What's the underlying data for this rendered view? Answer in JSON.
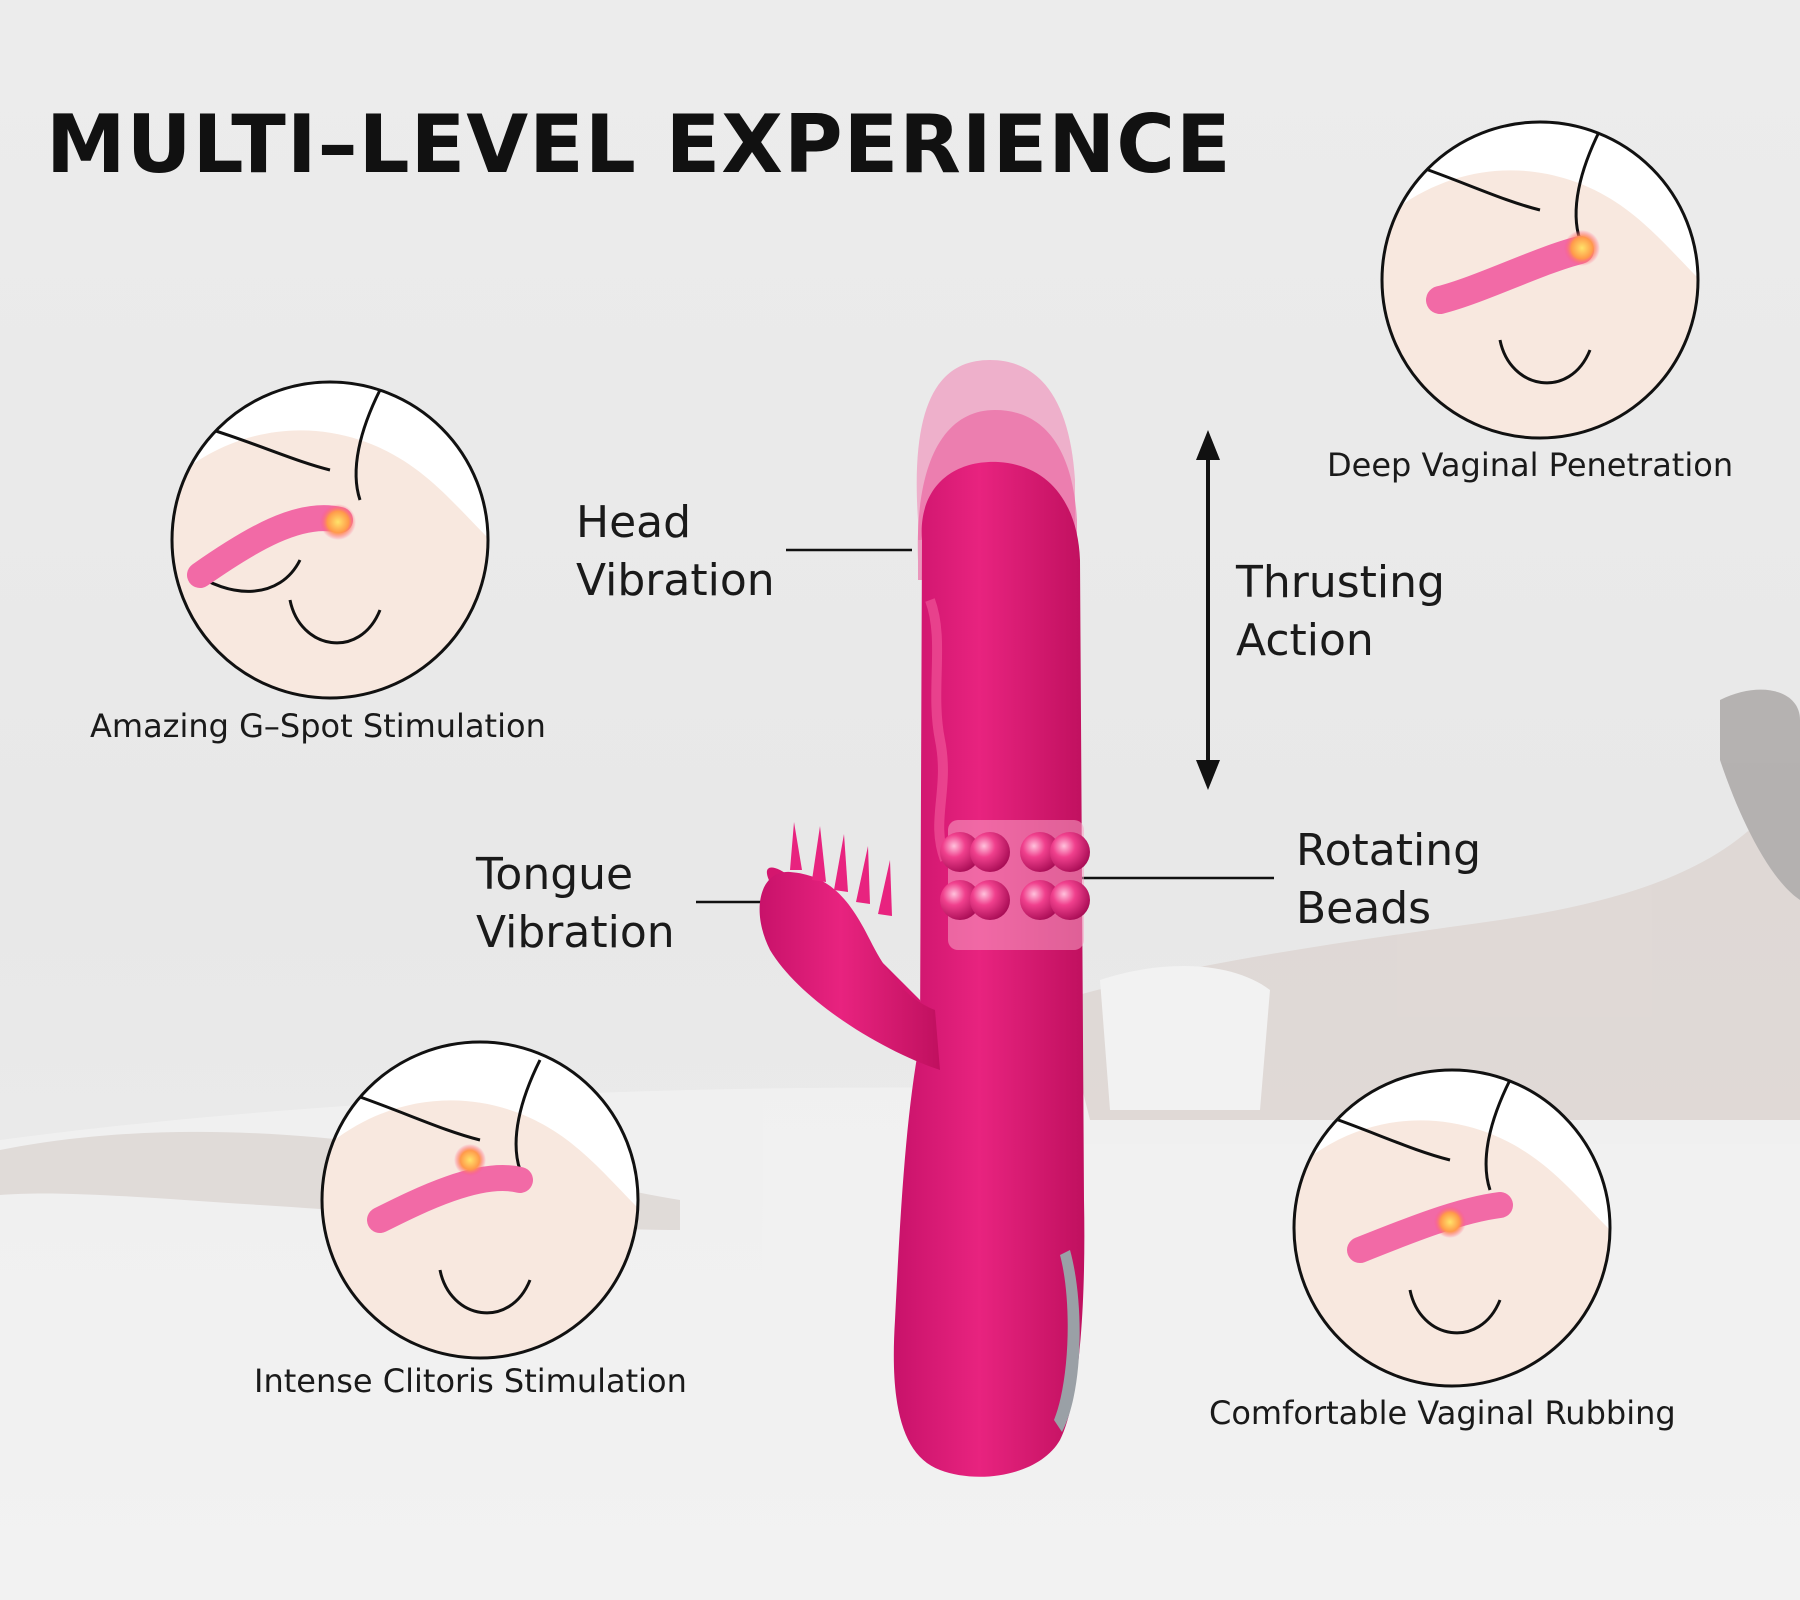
{
  "headline": "MULTI–LEVEL EXPERIENCE",
  "features": {
    "head": {
      "line1": "Head",
      "line2": "Vibration"
    },
    "tongue": {
      "line1": "Tongue",
      "line2": "Vibration"
    },
    "thrusting": {
      "line1": "Thrusting",
      "line2": "Action"
    },
    "beads": {
      "line1": "Rotating",
      "line2": "Beads"
    }
  },
  "captions": {
    "gspot": "Amazing G–Spot Stimulation",
    "clitoris": "Intense Clitoris Stimulation",
    "deep": "Deep Vaginal Penetration",
    "rubbing": "Comfortable Vaginal Rubbing"
  },
  "colors": {
    "product": "#e21f7c",
    "product_light": "#f26aa6",
    "skin": "#f7e6dd",
    "line": "#111111"
  }
}
